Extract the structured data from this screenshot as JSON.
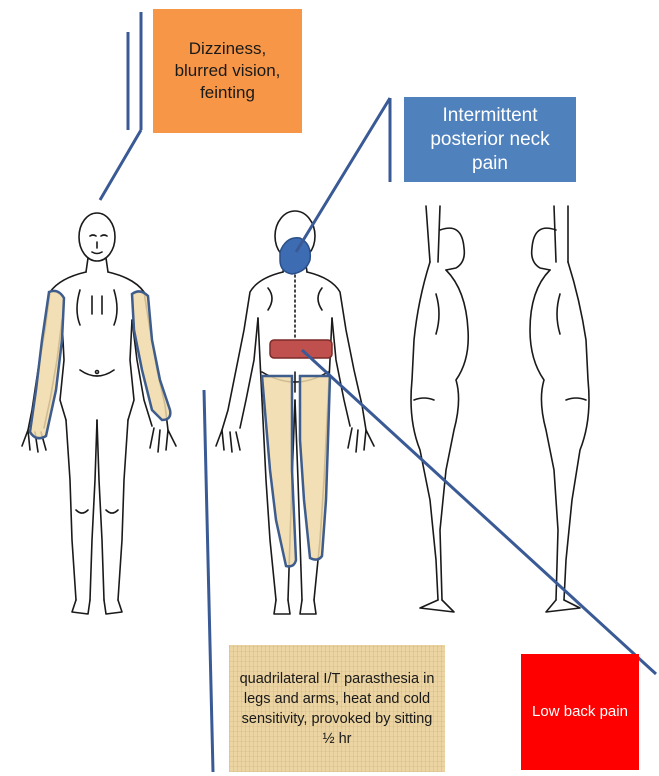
{
  "labels": {
    "dizziness": "Dizziness, blurred vision, feinting",
    "neck": "Intermittent posterior neck pain",
    "parasthesia": "quadrilateral  I/T parasthesia in legs and arms, heat  and cold sensitivity, provoked by sitting ½ hr",
    "low_back": "Low back pain"
  },
  "colors": {
    "dizziness_box": "#f79646",
    "neck_box": "#4f81bd",
    "parasthesia_box": "#ecd5a3",
    "low_back_box": "#ff0000",
    "pain_marker_neck": "#3e6cb3",
    "pain_marker_low_back": "#c0504d",
    "parasthesia_region": "#f0d9a8",
    "connector_line": "#3a5a96",
    "figure_outline": "#1a1a1a"
  },
  "figures": [
    "body-front-view",
    "body-back-view",
    "body-right-side-view",
    "body-left-side-view"
  ]
}
